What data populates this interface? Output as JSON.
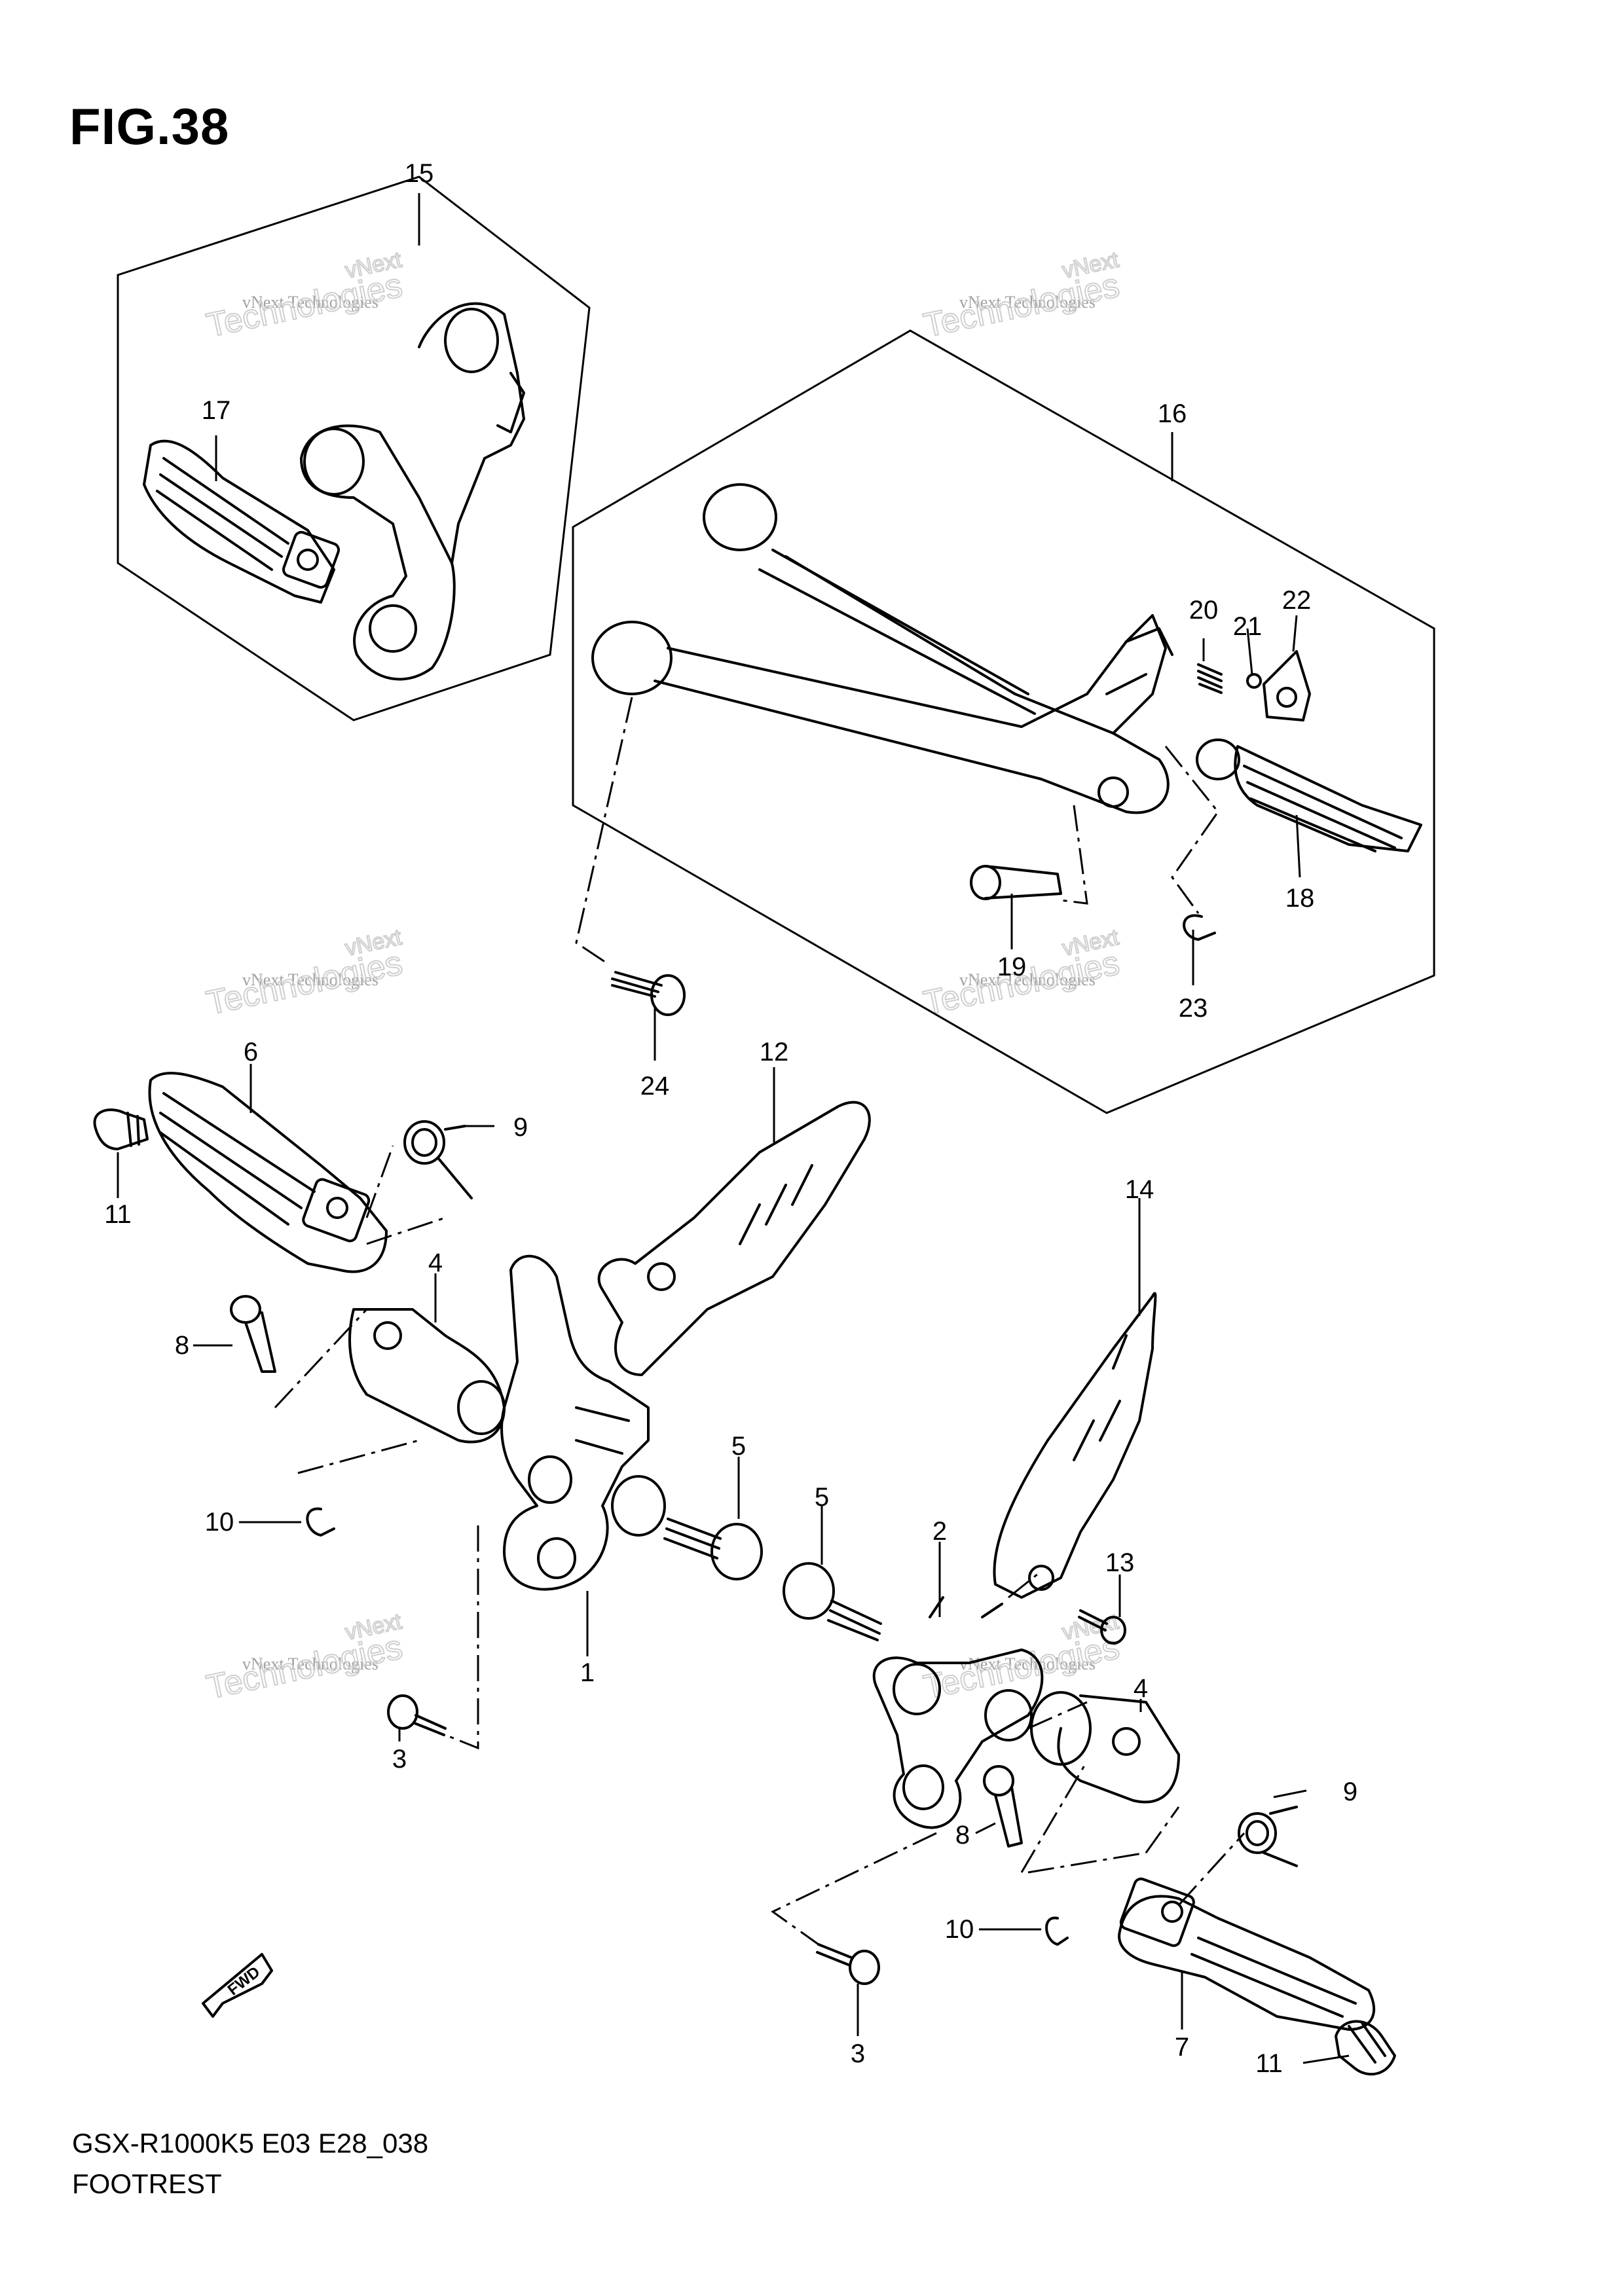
{
  "figure": {
    "title": "FIG.38"
  },
  "footer": {
    "model_code": "GSX-R1000K5 E03 E28_038",
    "section_name": "FOOTREST"
  },
  "watermark": {
    "line1": "vNext Technologies",
    "line2": "Technologies",
    "tag": "vNext"
  },
  "fwd_label": "FWD",
  "callouts": [
    {
      "id": "c15",
      "label": "15"
    },
    {
      "id": "c17",
      "label": "17"
    },
    {
      "id": "c16",
      "label": "16"
    },
    {
      "id": "c20",
      "label": "20"
    },
    {
      "id": "c21",
      "label": "21"
    },
    {
      "id": "c22",
      "label": "22"
    },
    {
      "id": "c18",
      "label": "18"
    },
    {
      "id": "c19",
      "label": "19"
    },
    {
      "id": "c23",
      "label": "23"
    },
    {
      "id": "c24",
      "label": "24"
    },
    {
      "id": "c12",
      "label": "12"
    },
    {
      "id": "c6",
      "label": "6"
    },
    {
      "id": "c9a",
      "label": "9"
    },
    {
      "id": "c11a",
      "label": "11"
    },
    {
      "id": "c4a",
      "label": "4"
    },
    {
      "id": "c8a",
      "label": "8"
    },
    {
      "id": "c10a",
      "label": "10"
    },
    {
      "id": "c14",
      "label": "14"
    },
    {
      "id": "c5a",
      "label": "5"
    },
    {
      "id": "c5b",
      "label": "5"
    },
    {
      "id": "c2",
      "label": "2"
    },
    {
      "id": "c1",
      "label": "1"
    },
    {
      "id": "c13",
      "label": "13"
    },
    {
      "id": "c3a",
      "label": "3"
    },
    {
      "id": "c4b",
      "label": "4"
    },
    {
      "id": "c9b",
      "label": "9"
    },
    {
      "id": "c8b",
      "label": "8"
    },
    {
      "id": "c10b",
      "label": "10"
    },
    {
      "id": "c3b",
      "label": "3"
    },
    {
      "id": "c7",
      "label": "7"
    },
    {
      "id": "c11b",
      "label": "11"
    }
  ]
}
